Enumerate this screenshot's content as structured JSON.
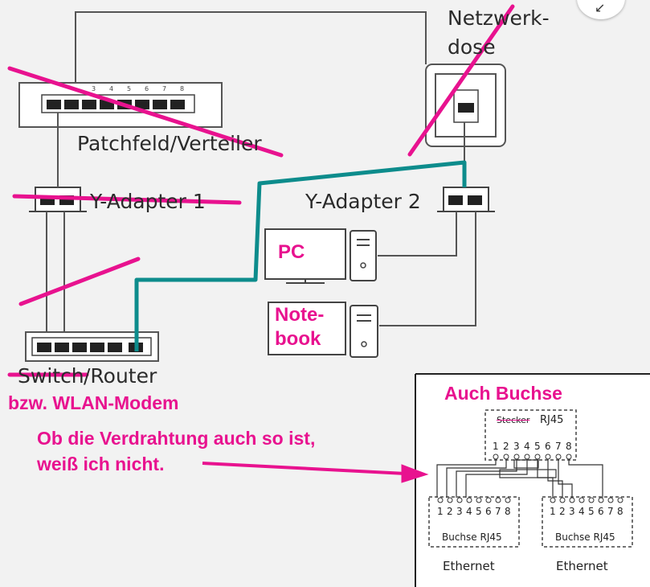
{
  "labels": {
    "netzwerkdose_line1": "Netzwerk-",
    "netzwerkdose_line2": "dose",
    "patchfeld": "Patchfeld/Verteiler",
    "y_adapter_1": "Y-Adapter 1",
    "y_adapter_2": "Y-Adapter 2",
    "switch": "Switch",
    "router": "/Router",
    "patch_ports": [
      "3",
      "4",
      "5",
      "6",
      "7",
      "8"
    ]
  },
  "annotations": {
    "pc": "PC",
    "notebook_line1": "Note-",
    "notebook_line2": "book",
    "wlan_modem": "bzw. WLAN-Modem",
    "auch_buchse": "Auch Buchse",
    "note_line1": "Ob die Verdrahtung auch so ist,",
    "note_line2": "weiß ich nicht."
  },
  "inset": {
    "top_label": "RJ45",
    "top_label_struck": "Stecker",
    "pins": [
      "1",
      "2",
      "3",
      "4",
      "5",
      "6",
      "7",
      "8"
    ],
    "socket_label": "Buchse RJ45",
    "ethernet": "Ethernet"
  },
  "corner_button_icon": "expand-arrow-icon",
  "colors": {
    "annotation": "#e8128f",
    "teal_cable": "#0d8c8c",
    "line": "#555555"
  }
}
